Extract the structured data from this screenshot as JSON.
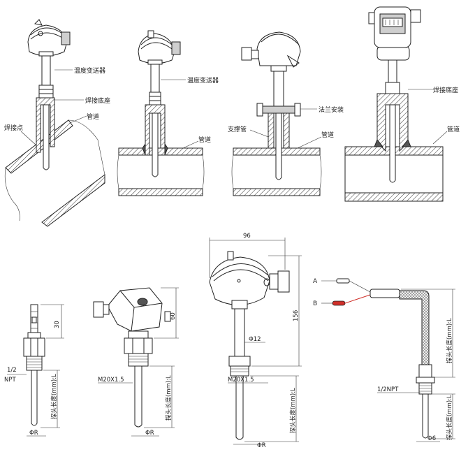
{
  "top_row": {
    "fig1": {
      "transmitter": "温度变送器",
      "weld_seat": "焊接底座",
      "weld_point": "焊接点",
      "pipe": "管道"
    },
    "fig2": {
      "transmitter": "温度变送器",
      "pipe": "管道"
    },
    "fig3": {
      "flange": "法兰安装",
      "support_tube": "支撑管",
      "pipe": "管道"
    },
    "fig4": {
      "weld_seat": "焊接底座",
      "pipe": "管道"
    }
  },
  "bottom_row": {
    "fig5": {
      "height": "30",
      "thread_line1": "1/2",
      "thread_line2": "NPT",
      "probe_length": "探头长度(mm):L",
      "diameter": "ΦR"
    },
    "fig6": {
      "height": "60",
      "thread": "M20X1.5",
      "probe_length": "探头长度(mm):L",
      "diameter": "ΦR"
    },
    "fig7": {
      "width": "96",
      "height": "156",
      "stem_diameter": "Φ12",
      "thread": "M20X1.5",
      "probe_length": "探头长度(mm):L",
      "diameter": "ΦR"
    },
    "fig8": {
      "wire_a": "A",
      "wire_b": "B",
      "thread": "1/2NPT",
      "probe_length_upper": "探头长度(mm):L",
      "probe_length_lower": "探头长度(mm):L",
      "diameter": "Φ6"
    }
  },
  "colors": {
    "wire_b": "#d0302a",
    "line": "#222222",
    "hatch": "#444444"
  }
}
